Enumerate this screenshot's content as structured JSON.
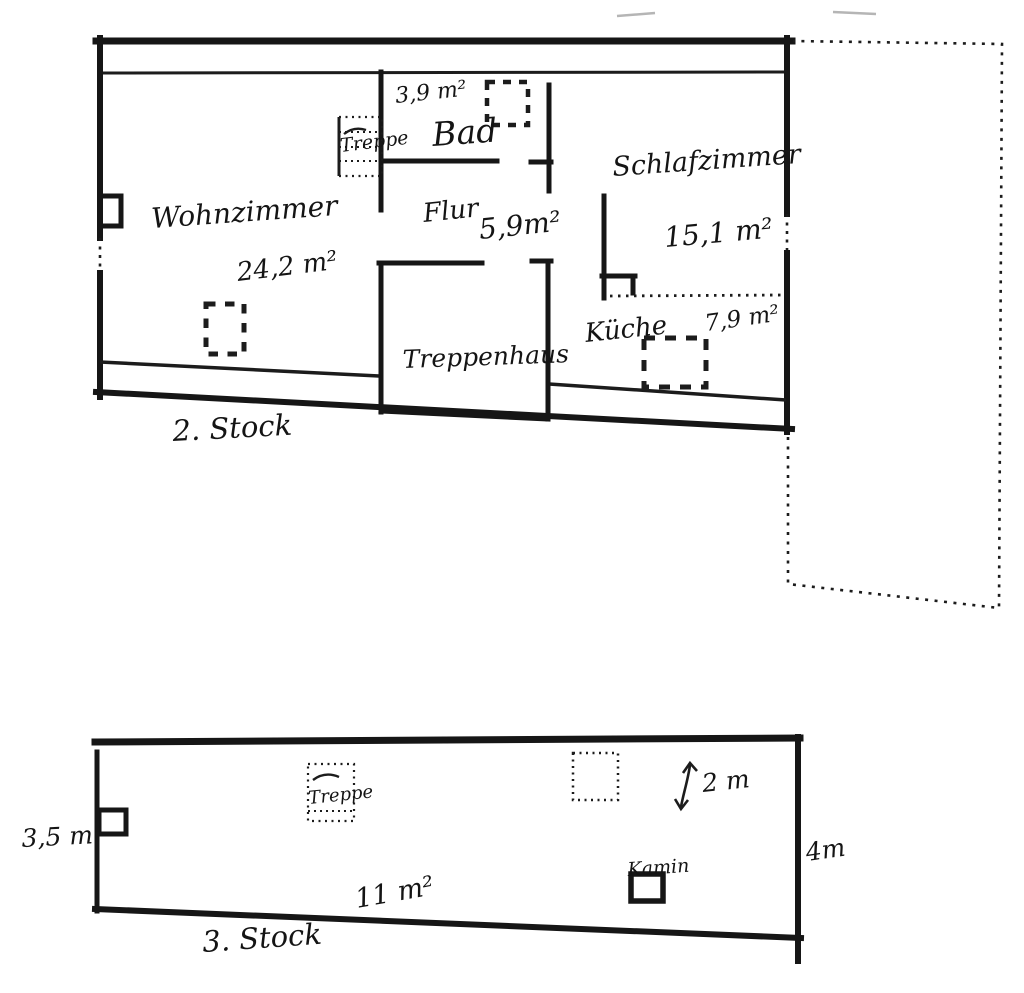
{
  "drawing": {
    "title": "hand-drawn floor plan sketch",
    "colors": {
      "ink": "#161616",
      "paper": "#ffffff"
    }
  },
  "floor_plans": {
    "second_floor": {
      "floor_label": "2. Stock",
      "labels": {
        "bad_area": "3,9 m²",
        "bad": "Bad",
        "treppe": "Treppe",
        "wohnzimmer": "Wohnzimmer",
        "wohnzimmer_area": "24,2 m²",
        "flur": "Flur",
        "flur_area": "5,9m²",
        "schlafzimmer": "Schlafzimmer",
        "schlafzimmer_area": "15,1 m²",
        "kueche": "Küche",
        "kueche_area": "7,9 m²",
        "treppenhaus": "Treppenhaus"
      }
    },
    "third_floor": {
      "floor_label": "3. Stock",
      "labels": {
        "treppe": "Treppe",
        "kamin": "Kamin",
        "room_area": "11 m²",
        "left_dimension": "3,5 m",
        "right_dimension": "4m",
        "arrow_dimension": "2 m"
      }
    }
  }
}
